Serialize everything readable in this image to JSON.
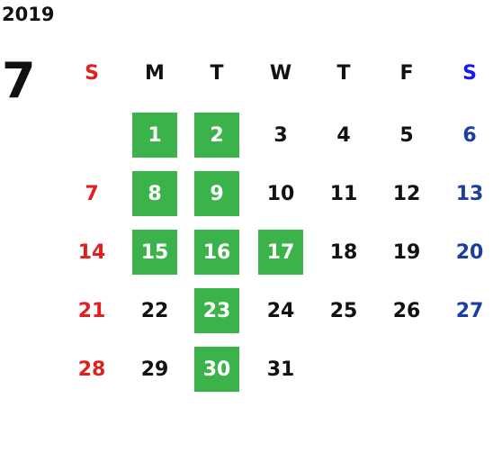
{
  "calendar": {
    "year": "2019",
    "month": "7",
    "weekdays": [
      "S",
      "M",
      "T",
      "W",
      "T",
      "F",
      "S"
    ],
    "weeks": [
      [
        null,
        {
          "day": "1",
          "highlight": true
        },
        {
          "day": "2",
          "highlight": true
        },
        {
          "day": "3"
        },
        {
          "day": "4"
        },
        {
          "day": "5"
        },
        {
          "day": "6"
        }
      ],
      [
        {
          "day": "7"
        },
        {
          "day": "8",
          "highlight": true
        },
        {
          "day": "9",
          "highlight": true
        },
        {
          "day": "10"
        },
        {
          "day": "11"
        },
        {
          "day": "12"
        },
        {
          "day": "13"
        }
      ],
      [
        {
          "day": "14"
        },
        {
          "day": "15",
          "highlight": true
        },
        {
          "day": "16",
          "highlight": true
        },
        {
          "day": "17",
          "highlight": true
        },
        {
          "day": "18"
        },
        {
          "day": "19"
        },
        {
          "day": "20"
        }
      ],
      [
        {
          "day": "21"
        },
        {
          "day": "22"
        },
        {
          "day": "23",
          "highlight": true
        },
        {
          "day": "24"
        },
        {
          "day": "25"
        },
        {
          "day": "26"
        },
        {
          "day": "27"
        }
      ],
      [
        {
          "day": "28"
        },
        {
          "day": "29"
        },
        {
          "day": "30",
          "highlight": true
        },
        {
          "day": "31"
        },
        null,
        null,
        null
      ]
    ]
  },
  "colors": {
    "sunday": "#e02020",
    "saturday": "#1a3fa0",
    "saturday_header": "#1a1ae6",
    "weekday": "#111111",
    "highlight_bg": "#3cb34a",
    "highlight_text": "#ffffff"
  }
}
